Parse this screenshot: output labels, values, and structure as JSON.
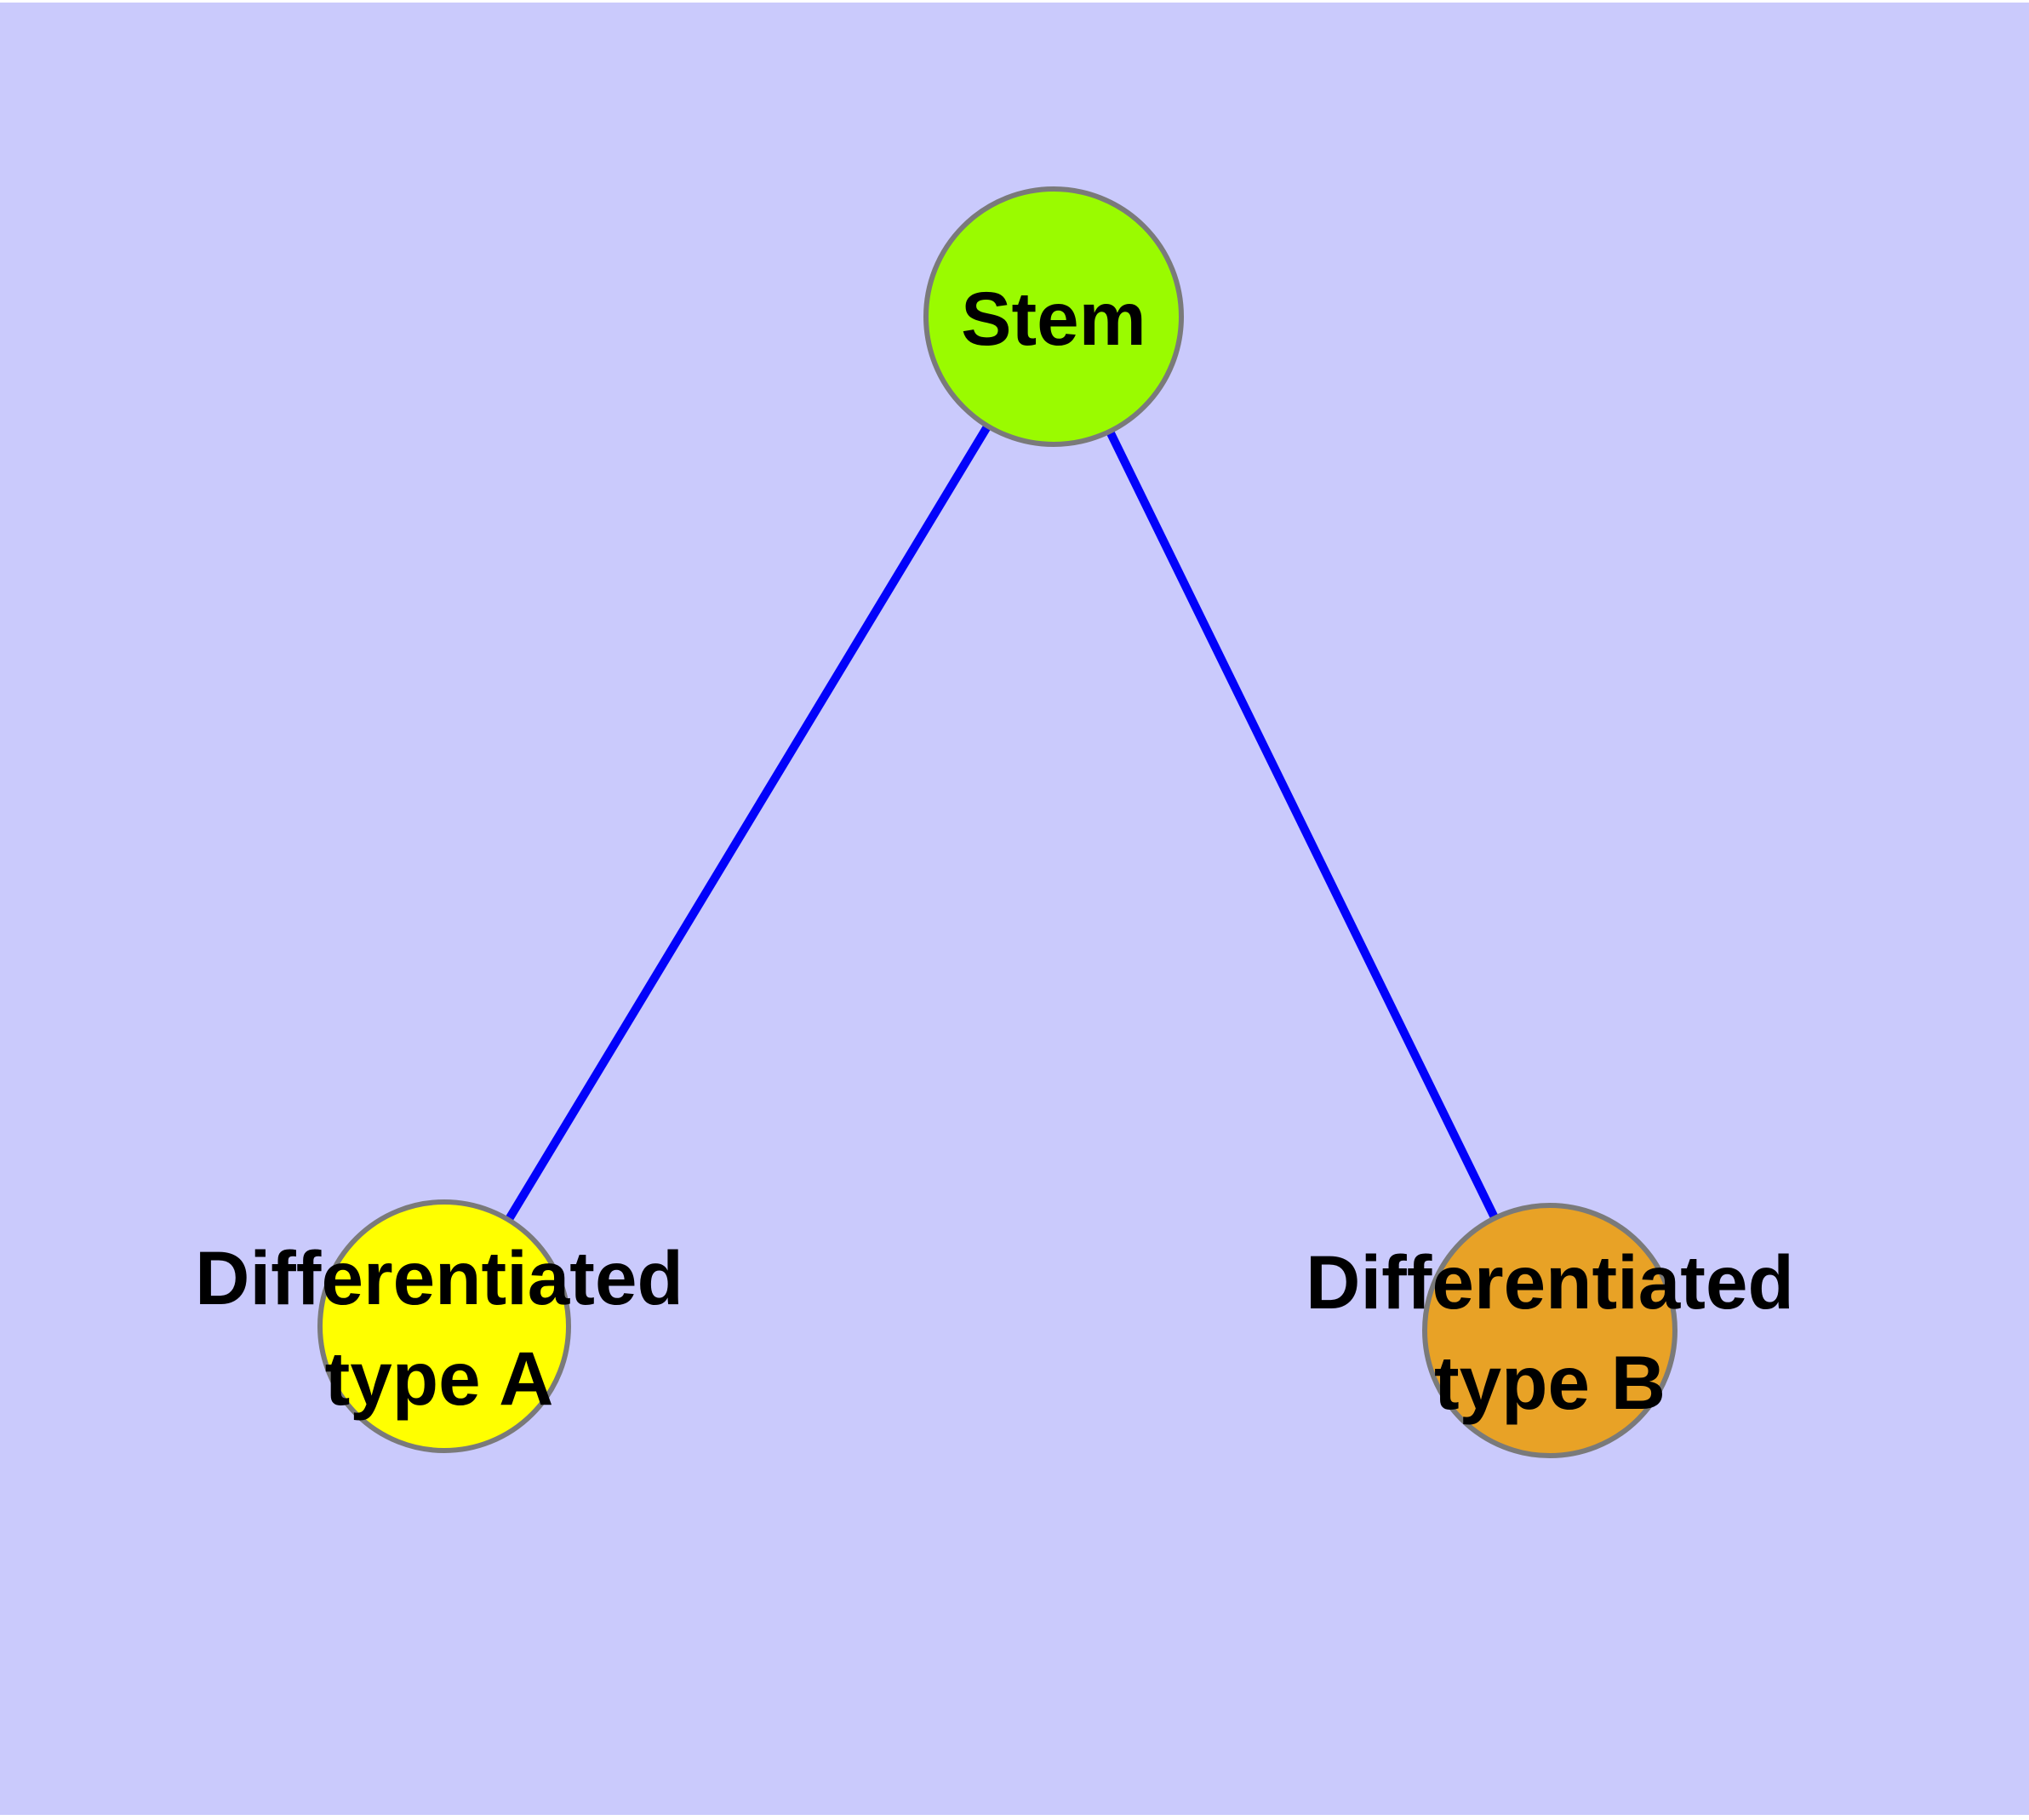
{
  "diagram": {
    "background_color": "#cacafc",
    "frame_color": "#ffffff",
    "edge_color": "#0202fa",
    "node_border_color": "#7a7a7a",
    "label_color": "#000000",
    "nodes": [
      {
        "id": "stem",
        "label_line1": "Stem",
        "fill": "#9afb00"
      },
      {
        "id": "differentiated-type-a",
        "label_line1": "Differentiated",
        "label_line2": "type A",
        "fill": "#ffff00"
      },
      {
        "id": "differentiated-type-b",
        "label_line1": "Differentiated",
        "label_line2": "type B",
        "fill": "#e8a226"
      }
    ],
    "edges": [
      {
        "from": "Stem",
        "to": "Differentiated type A"
      },
      {
        "from": "Stem",
        "to": "Differentiated type B"
      }
    ]
  }
}
